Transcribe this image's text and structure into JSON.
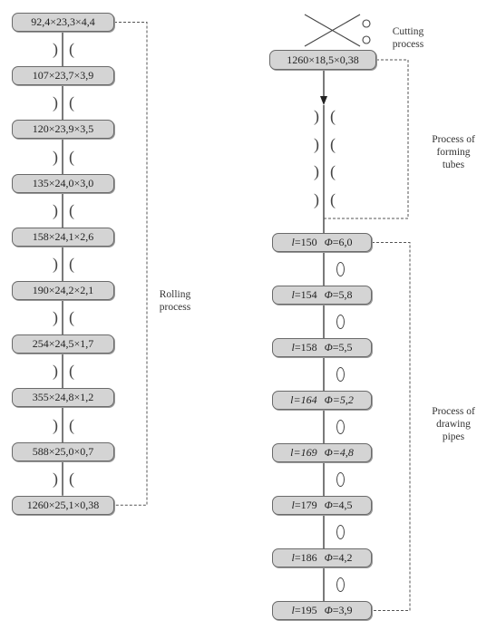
{
  "rolling": {
    "stages": [
      "92,4×23,3×4,4",
      "107×23,7×3,9",
      "120×23,9×3,5",
      "135×24,0×3,0",
      "158×24,1×2,6",
      "190×24,2×2,1",
      "254×24,5×1,7",
      "355×24,8×1,2",
      "588×25,0×0,7",
      "1260×25,1×0,38"
    ],
    "label": [
      "Rolling",
      "process"
    ],
    "roll_glyph_left": ")",
    "roll_glyph_right": "("
  },
  "cutting": {
    "stage": "1260×18,5×0,38",
    "label": [
      "Cutting",
      "process"
    ],
    "icon": "scissors-icon"
  },
  "forming": {
    "label": [
      "Process of",
      "forming",
      "tubes"
    ],
    "roll_pairs": 4,
    "roll_glyph_left": ")",
    "roll_glyph_right": "("
  },
  "drawing": {
    "label": [
      "Process of",
      "drawing",
      "pipes"
    ],
    "l_symbol": "l",
    "phi_symbol": "Φ",
    "stages": [
      {
        "l": "150",
        "phi": "6,0",
        "italic": false
      },
      {
        "l": "154",
        "phi": "5,8",
        "italic": false
      },
      {
        "l": "158",
        "phi": "5,5",
        "italic": false
      },
      {
        "l": "164",
        "phi": "5,2",
        "italic": true
      },
      {
        "l": "169",
        "phi": "4,8",
        "italic": true
      },
      {
        "l": "179",
        "phi": "4,5",
        "italic": false
      },
      {
        "l": "186",
        "phi": "4,2",
        "italic": false
      },
      {
        "l": "195",
        "phi": "3,9",
        "italic": false
      }
    ],
    "die_icon": "drawing-die-icon"
  },
  "colors": {
    "box_fill": "#d4d4d4",
    "box_border": "#6a6a6a",
    "line": "#333333",
    "dashed": "#555555"
  }
}
